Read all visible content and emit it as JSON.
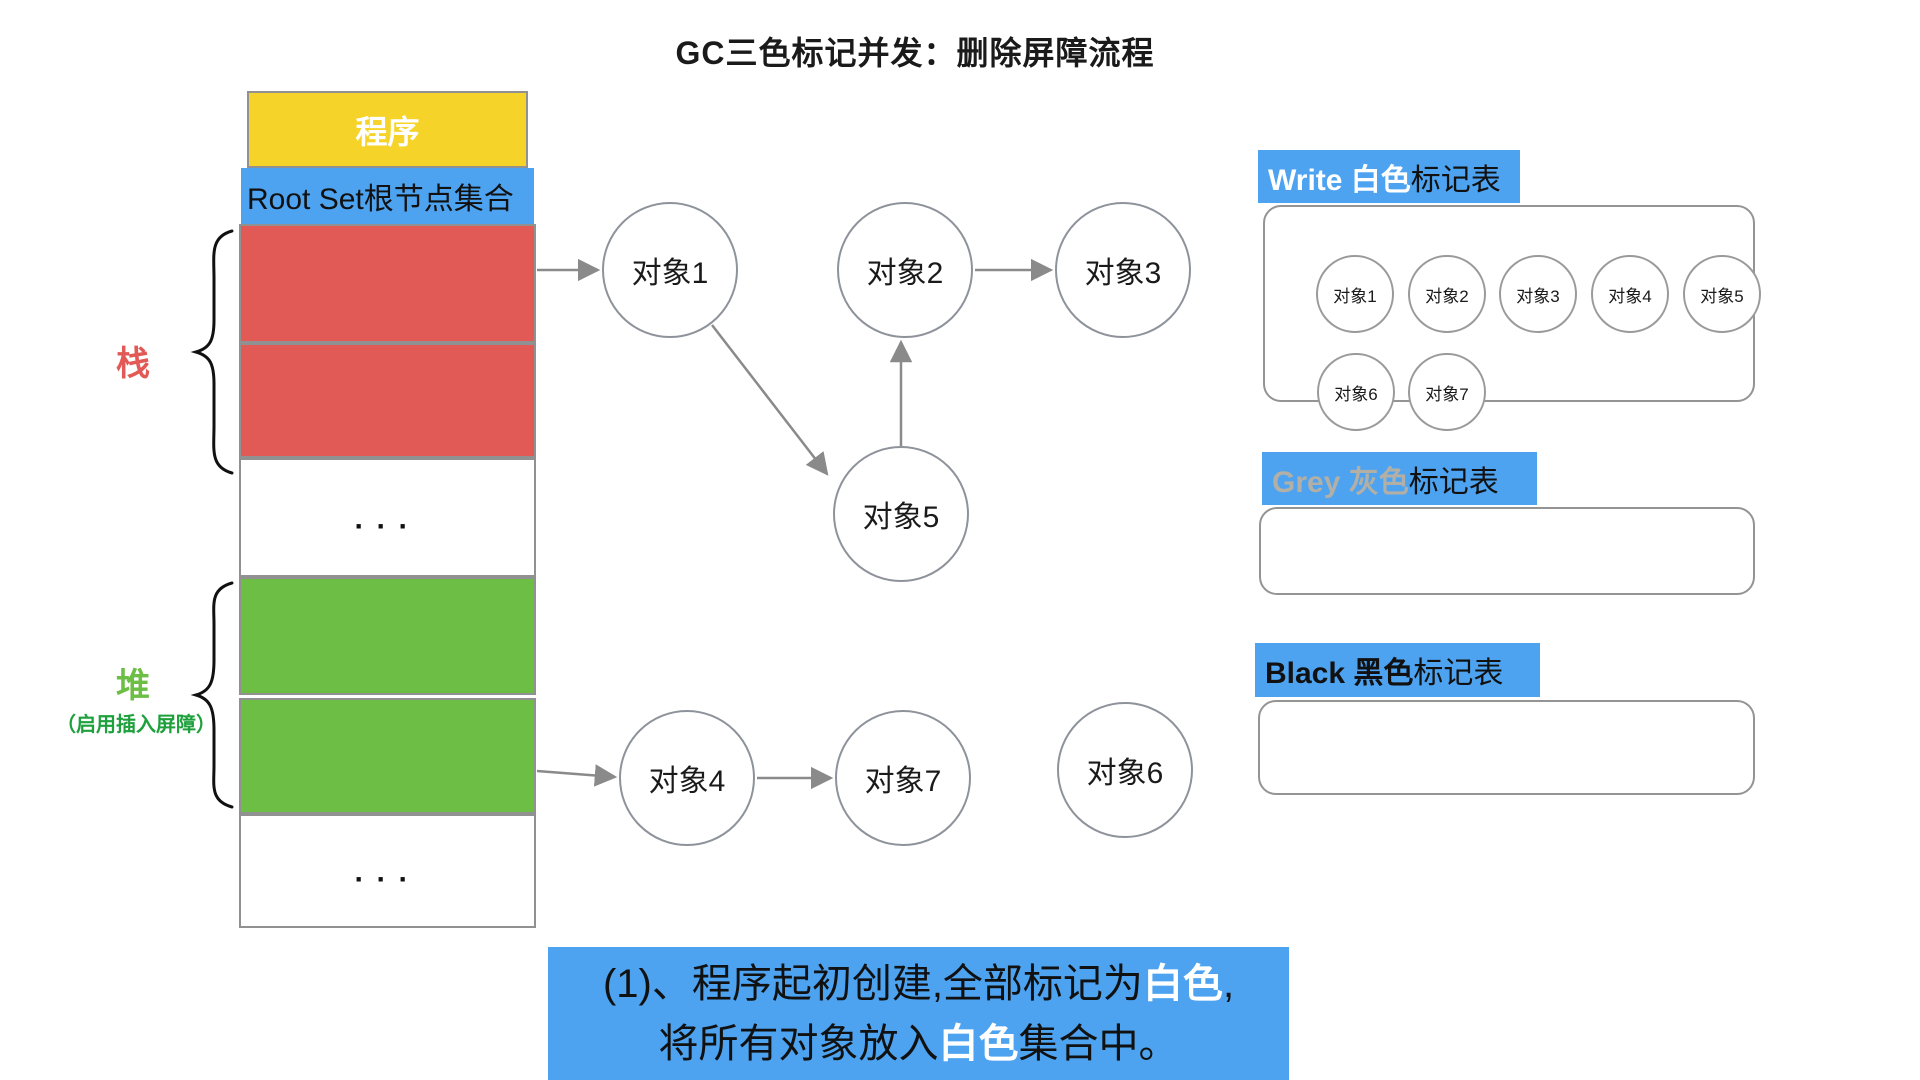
{
  "title": "GC三色标记并发：删除屏障流程",
  "memory_column": {
    "program": "程序",
    "root_set": "Root Set根节点集合",
    "ellipsis": "···"
  },
  "side_labels": {
    "stack": "栈",
    "heap": "堆",
    "heap_note": "（启用插入屏障）"
  },
  "graph": {
    "nodes": [
      {
        "id": "obj1",
        "label": "对象1"
      },
      {
        "id": "obj2",
        "label": "对象2"
      },
      {
        "id": "obj3",
        "label": "对象3"
      },
      {
        "id": "obj5",
        "label": "对象5"
      },
      {
        "id": "obj4",
        "label": "对象4"
      },
      {
        "id": "obj7",
        "label": "对象7"
      },
      {
        "id": "obj6",
        "label": "对象6"
      }
    ],
    "edges": [
      "root→对象1",
      "对象1→对象5",
      "对象5→对象2",
      "对象2→对象3",
      "heap→对象4",
      "对象4→对象7"
    ]
  },
  "tables": {
    "white": {
      "title_highlight": "Write 白色",
      "title_rest": "标记表",
      "items": [
        "对象1",
        "对象2",
        "对象3",
        "对象4",
        "对象5",
        "对象6",
        "对象7"
      ]
    },
    "grey": {
      "title_highlight": "Grey 灰色",
      "title_rest": "标记表",
      "items": []
    },
    "black": {
      "title_highlight": "Black 黑色",
      "title_rest": "标记表",
      "items": []
    }
  },
  "note": {
    "l1a": "(1)、程序起初创建,全部标记为",
    "l1b": "白色",
    "l1c": ",",
    "l2a": "将所有对象放入",
    "l2b": "白色",
    "l2c": "集合中。"
  },
  "colors": {
    "accent_blue": "#4DA3F0",
    "box_yellow": "#F5D328",
    "box_red": "#E15A55",
    "box_green": "#6CBE45",
    "label_green": "#1EA03C",
    "grey_text": "#B2AFA6"
  }
}
